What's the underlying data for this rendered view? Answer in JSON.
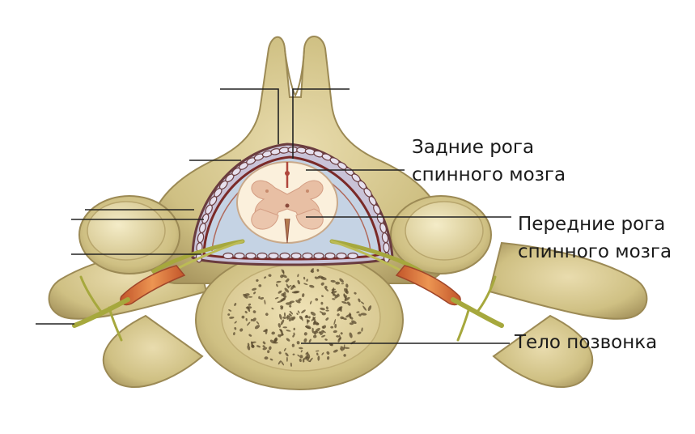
{
  "labels": {
    "posterior_horns": [
      "Задние рога",
      "спинного мозга"
    ],
    "anterior_horns": [
      "Передние рога",
      "спинного мозга"
    ],
    "vertebral_body": "Тело позвонка"
  },
  "colors": {
    "bone": "#cfc083",
    "bone_dark": "#a89660",
    "bone_light": "#ece0b2",
    "cord": "#fbf0dc",
    "grey_matter": "#e8bfa4",
    "csf": "#c5d3e4",
    "dura": "#7a2a28",
    "venous_plexus": "#8e6a6d",
    "nerve": "#a6a83d",
    "ganglion": "#d8733a",
    "leader": "#222222"
  },
  "icons": {
    "posterior_horns": "posterior-horn-shape",
    "anterior_horns": "anterior-horn-shape",
    "vertebral_body": "trabecular-bone-pattern"
  }
}
